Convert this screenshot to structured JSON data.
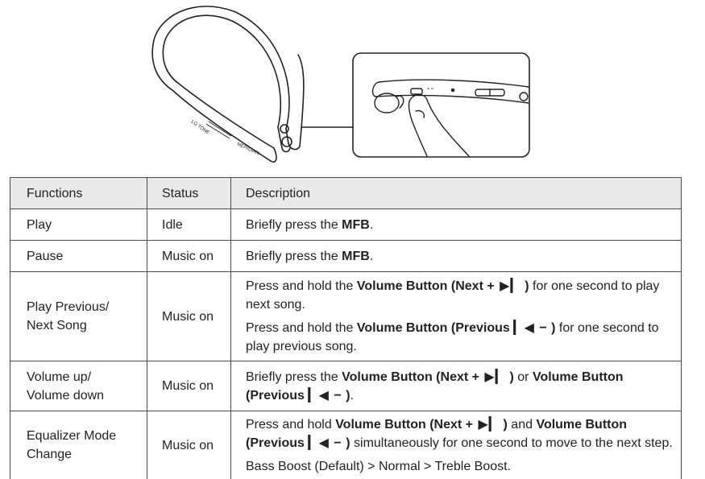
{
  "illustration": {
    "headset_brand": "LG TONE",
    "headset_label": "MERIDIAN"
  },
  "table": {
    "headers": {
      "functions": "Functions",
      "status": "Status",
      "description": "Description"
    },
    "rows": [
      {
        "function": "Play",
        "status": "Idle",
        "desc": {
          "pre": "Briefly press the ",
          "bold": "MFB",
          "post": "."
        }
      },
      {
        "function": "Pause",
        "status": "Music on",
        "desc": {
          "pre": "Briefly press the ",
          "bold": "MFB",
          "post": "."
        }
      },
      {
        "function_line1": "Play Previous/",
        "function_line2": "Next Song",
        "status": "Music on",
        "p1": {
          "pre": "Press and hold the ",
          "bold": "Volume Button (Next",
          "sym": "+ ▶▎",
          "close": ")",
          "post": " for one second to play next song."
        },
        "p2": {
          "pre": "Press and hold the ",
          "bold": "Volume Button (Previous",
          "sym": "▎◀ −",
          "close": ")",
          "post": " for one second to play previous song."
        }
      },
      {
        "function_line1": "Volume up/",
        "function_line2": "Volume down",
        "status": "Music on",
        "p1": {
          "pre": "Briefly press the ",
          "bold1": "Volume Button (Next",
          "sym1": "+ ▶▎",
          "close1": ")",
          "mid": " or ",
          "bold2": "Volume Button (Previous",
          "sym2": "▎◀ −",
          "close2": ")",
          "post": "."
        }
      },
      {
        "function_line1": "Equalizer Mode",
        "function_line2": "Change",
        "status": "Music on",
        "p1": {
          "pre": "Press and hold ",
          "bold1": "Volume Button (Next",
          "sym1": "+ ▶▎",
          "close1": ")",
          "mid": " and ",
          "bold2": "Volume Button (Previous",
          "sym2": "▎◀ −",
          "close2": ")",
          "post": " simultaneously for one second to move to the next step."
        },
        "p2": "Bass Boost (Default) > Normal > Treble Boost."
      }
    ]
  }
}
